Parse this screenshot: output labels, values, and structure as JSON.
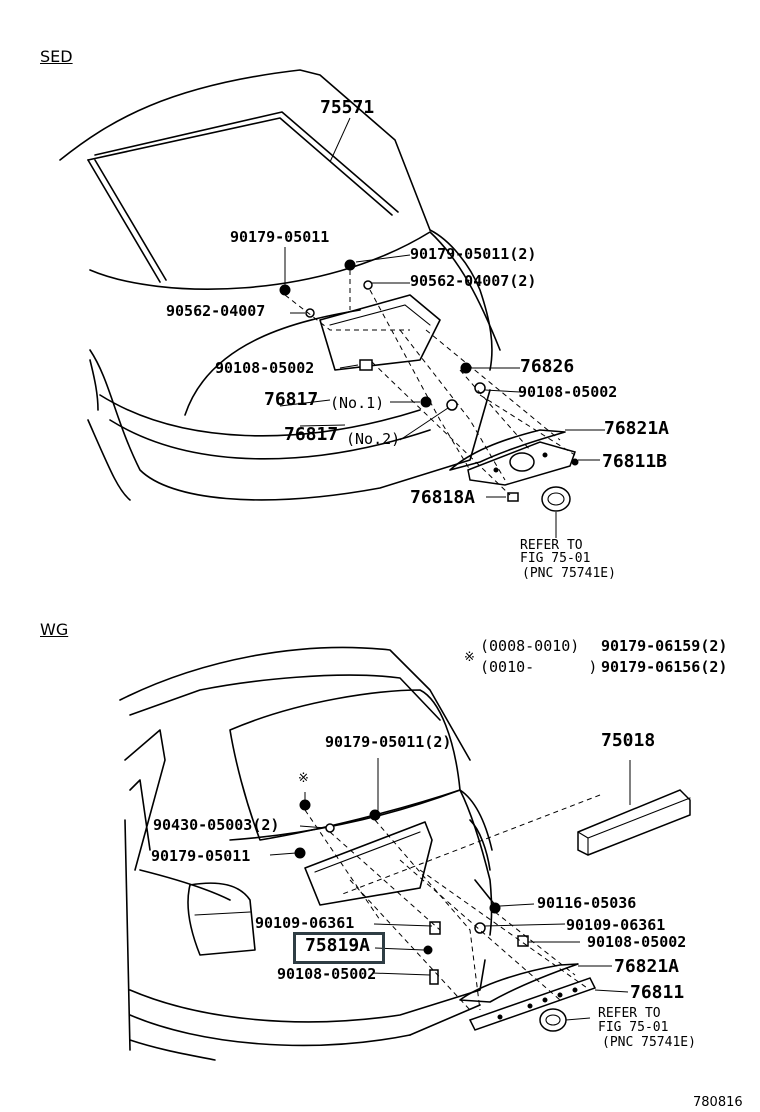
{
  "sections": {
    "sed": "SED",
    "wg": "WG"
  },
  "sed_labels": {
    "p75571": "75571",
    "p90179_a": "90179-05011",
    "p90179_b": "90179-05011(2)",
    "p90562_a": "90562-04007(2)",
    "p90562_b": "90562-04007",
    "p76826": "76826",
    "p90108_a": "90108-05002",
    "p90108_b": "90108-05002",
    "p76817_1": "76817",
    "no1": "(No.1)",
    "p76817_2": "76817",
    "no2": "(No.2)",
    "p76821A": "76821A",
    "p76811B": "76811B",
    "p76818A": "76818A",
    "refer1": "REFER TO",
    "refer2": "FIG 75-01",
    "refer3": "(PNC 75741E)"
  },
  "wg_labels": {
    "note_sym1": "※",
    "note1_a": "(0008-0010)",
    "note1_b": "90179-06159(2)",
    "note2_a": "(0010-      )",
    "note2_b": "90179-06156(2)",
    "p90179_c": "90179-05011(2)",
    "p75018": "75018",
    "asterisk": "※",
    "p90430": "90430-05003(2)",
    "p90179_d": "90179-05011",
    "p90116": "90116-05036",
    "p90109_a": "90109-06361",
    "p90109_b": "90109-06361",
    "p75819A": "75819A",
    "p90108_c": "90108-05002",
    "p90108_d": "90108-05002",
    "p76821A": "76821A",
    "p76811": "76811",
    "refer1": "REFER TO",
    "refer2": "FIG 75-01",
    "refer3": "(PNC 75741E)"
  },
  "footer": {
    "code": "780816"
  }
}
